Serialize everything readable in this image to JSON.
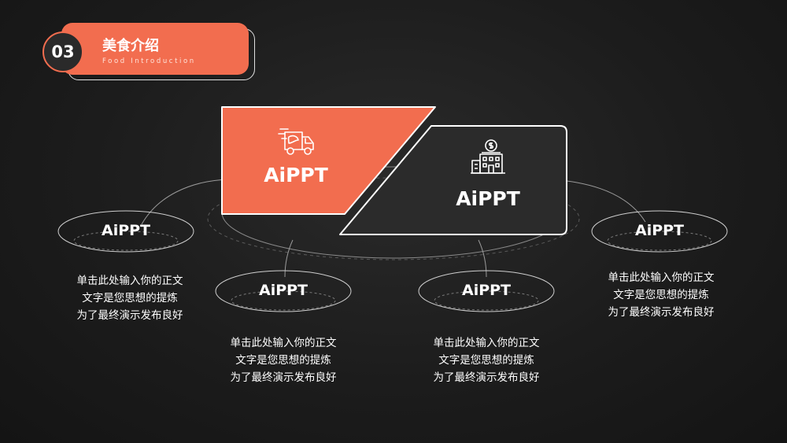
{
  "header": {
    "number": "03",
    "title": "美食介绍",
    "subtitle": "Food Introduction"
  },
  "cards": [
    {
      "label": "AiPPT",
      "icon": "delivery-truck-icon"
    },
    {
      "label": "AiPPT",
      "icon": "bank-building-icon"
    }
  ],
  "items": [
    {
      "label": "AiPPT",
      "desc": [
        "单击此处输入你的正文",
        "文字是您思想的提炼",
        "为了最终演示发布良好"
      ]
    },
    {
      "label": "AiPPT",
      "desc": [
        "单击此处输入你的正文",
        "文字是您思想的提炼",
        "为了最终演示发布良好"
      ]
    },
    {
      "label": "AiPPT",
      "desc": [
        "单击此处输入你的正文",
        "文字是您思想的提炼",
        "为了最终演示发布良好"
      ]
    },
    {
      "label": "AiPPT",
      "desc": [
        "单击此处输入你的正文",
        "文字是您思想的提炼",
        "为了最终演示发布良好"
      ]
    }
  ],
  "colors": {
    "accent": "#f26d4f",
    "dark_card": "#2b2b2b",
    "background": "#1c1c1c"
  }
}
